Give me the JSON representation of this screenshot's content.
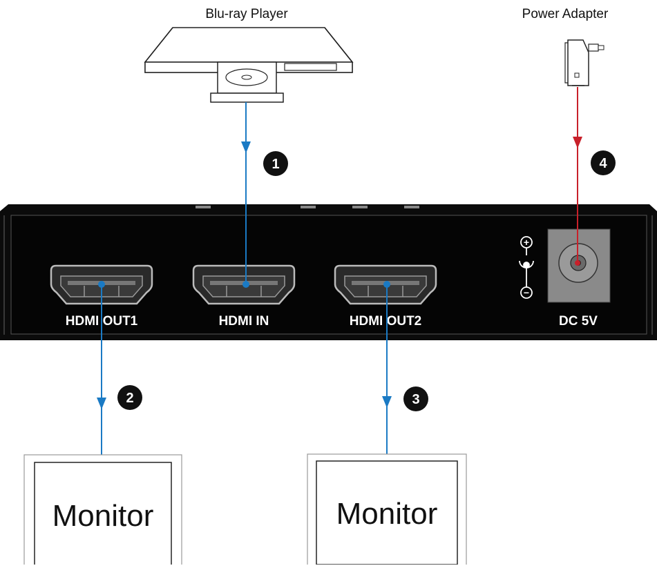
{
  "devices": {
    "source_label": "Blu-ray Player",
    "power_label": "Power Adapter"
  },
  "ports": {
    "out1": "HDMI OUT1",
    "in": "HDMI IN",
    "out2": "HDMI OUT2",
    "dc": "DC 5V"
  },
  "steps": [
    "1",
    "2",
    "3",
    "4"
  ],
  "monitors": [
    "Monitor",
    "Monitor"
  ],
  "polarity": {
    "plus": "+",
    "minus": "−"
  },
  "colors": {
    "hdmi_cable": "#1a7ac4",
    "power_cable": "#c8202a",
    "chassis": "#0b0b0b",
    "badge": "#111111"
  }
}
